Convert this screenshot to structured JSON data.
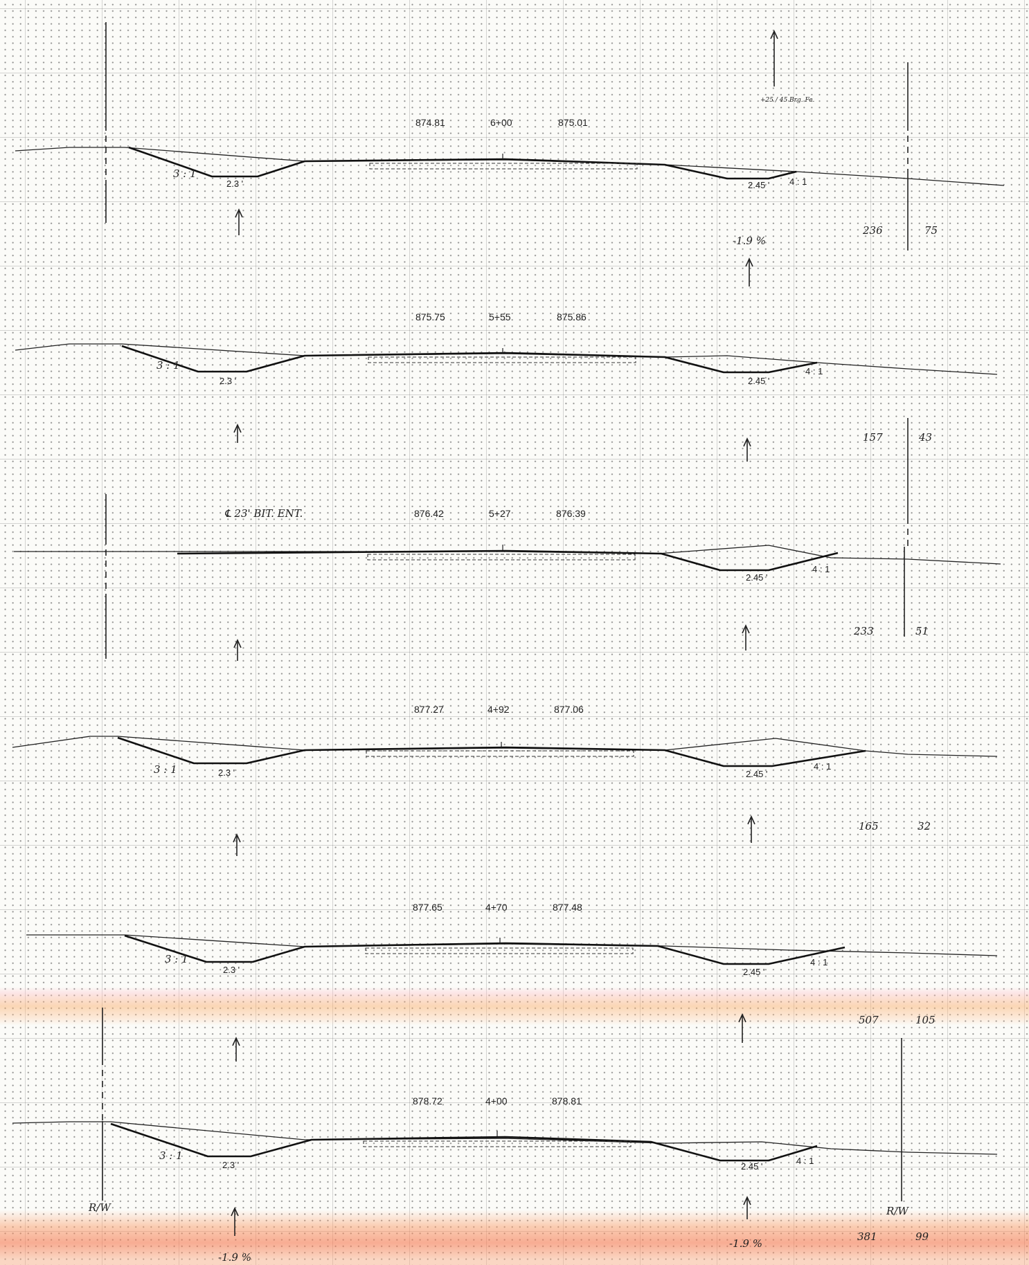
{
  "sections": [
    {
      "id": "s1",
      "left_elev": "874.81",
      "station": "6+00",
      "right_elev": "875.01",
      "left_slope": "3 : 1",
      "left_depth": "2.3 '",
      "right_depth": "2.45 '",
      "right_slope": "4 : 1",
      "grade": "-1.9 %",
      "area_left": "236",
      "area_right": "75"
    },
    {
      "id": "s2",
      "left_elev": "875.75",
      "station": "5+55",
      "right_elev": "875.86",
      "left_slope": "3 : 1",
      "left_depth": "2.3 '",
      "right_depth": "2.45 '",
      "right_slope": "4 : 1",
      "area_left": "157",
      "area_right": "43"
    },
    {
      "id": "s3",
      "left_elev": "876.42",
      "station": "5+27",
      "right_elev": "876.39",
      "note": "℄ 23' BIT. ENT.",
      "right_depth": "2.45 '",
      "right_slope": "4 : 1",
      "area_left": "233",
      "area_right": "51"
    },
    {
      "id": "s4",
      "left_elev": "877.27",
      "station": "4+92",
      "right_elev": "877.06",
      "left_slope": "3 : 1",
      "left_depth": "2.3 '",
      "right_depth": "2.45 '",
      "right_slope": "4 : 1",
      "area_left": "165",
      "area_right": "32"
    },
    {
      "id": "s5",
      "left_elev": "877.65",
      "station": "4+70",
      "right_elev": "877.48",
      "left_slope": "3 : 1",
      "left_depth": "2.3 '",
      "right_depth": "2.45 '",
      "right_slope": "4 : 1",
      "area_left": "507",
      "area_right": "105"
    },
    {
      "id": "s6",
      "left_elev": "878.72",
      "station": "4+00",
      "right_elev": "878.81",
      "left_slope": "3 : 1",
      "left_depth": "2.3 '",
      "right_depth": "2.45 '",
      "right_slope": "4 : 1",
      "rw_left": "R/W",
      "rw_right": "R/W",
      "grade_left": "-1.9 %",
      "grade_right": "-1.9 %",
      "area_left": "381",
      "area_right": "99"
    }
  ],
  "top_note": "+25 / 45  Brg. Fe.",
  "colors": {
    "ink": "#222222",
    "grid": "#bbbbbb",
    "streak": "#f0903c"
  }
}
